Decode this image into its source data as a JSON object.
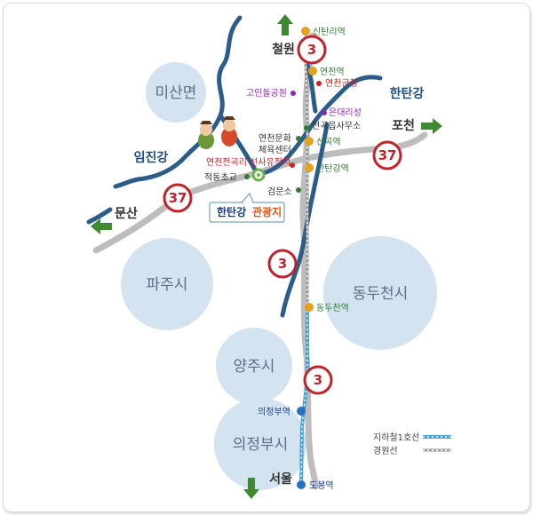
{
  "regions": {
    "misan": "미산면",
    "paju": "파주시",
    "dongducheon": "동두천시",
    "yangju": "양주시",
    "uijeongbu": "의정부시"
  },
  "rivers": {
    "imjin": "임진강",
    "hantan": "한탄강"
  },
  "directions": {
    "cheorwon": "철원",
    "pocheon": "포천",
    "munsan": "문산",
    "seoul": "서울"
  },
  "routes": {
    "route3": "3",
    "route37": "37"
  },
  "stations": {
    "sintanri": "신탄리역",
    "yeoncheon": "연천역",
    "singmang": "선곡역",
    "hantangang": "한탄강역",
    "dongducheon": "동두천역",
    "uijeongbu": "의정부역",
    "dobong": "도봉역"
  },
  "places": {
    "goinpark": "고인돌공원",
    "yeoncheon_county": "연천군청",
    "eundaeri": "은대리성",
    "culture_center_1": "연천문화",
    "culture_center_2": "체육센터",
    "jeongok_office": "전곡읍사무소",
    "jeongok_site": "연천전곡리 선사유적지",
    "jeokdong_school": "적동초교",
    "geommunso": "검문소",
    "tour_name": "한탄강",
    "tour_suffix": "관광지"
  },
  "legend": {
    "subway": "지하철1호선",
    "gyeongwon": "경원선"
  },
  "colors": {
    "region_fill": "#d4e3f0",
    "river": "#2c5d8a",
    "road": "#bdbdbd",
    "arrow": "#3e8a30",
    "shield_border": "#c0232b",
    "subway_line": "#4aa3d8",
    "rail_line": "#9a9a9a",
    "station_yellow": "#e3a21a",
    "station_blue": "#2a6fc2"
  }
}
